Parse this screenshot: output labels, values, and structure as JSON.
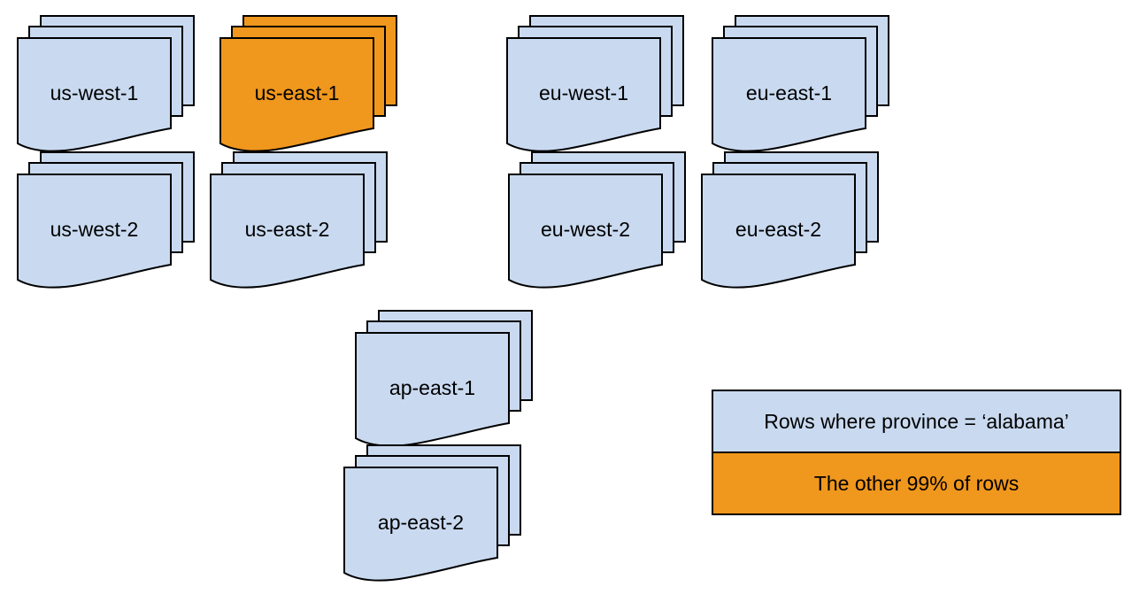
{
  "stacks": [
    {
      "label": "us-west-1",
      "color": "blue"
    },
    {
      "label": "us-east-1",
      "color": "orange"
    },
    {
      "label": "eu-west-1",
      "color": "blue"
    },
    {
      "label": "eu-east-1",
      "color": "blue"
    },
    {
      "label": "us-west-2",
      "color": "blue"
    },
    {
      "label": "us-east-2",
      "color": "blue"
    },
    {
      "label": "eu-west-2",
      "color": "blue"
    },
    {
      "label": "eu-east-2",
      "color": "blue"
    },
    {
      "label": "ap-east-1",
      "color": "blue"
    },
    {
      "label": "ap-east-2",
      "color": "blue"
    }
  ],
  "legend": {
    "rows": [
      {
        "label": "Rows where province = ‘alabama’",
        "color": "blue"
      },
      {
        "label": "The other 99% of rows",
        "color": "orange"
      }
    ]
  },
  "colors": {
    "document_blue": "#C9DAF0",
    "highlight_orange": "#F0971D",
    "outline": "#000000",
    "background": "#FFFFFF"
  }
}
